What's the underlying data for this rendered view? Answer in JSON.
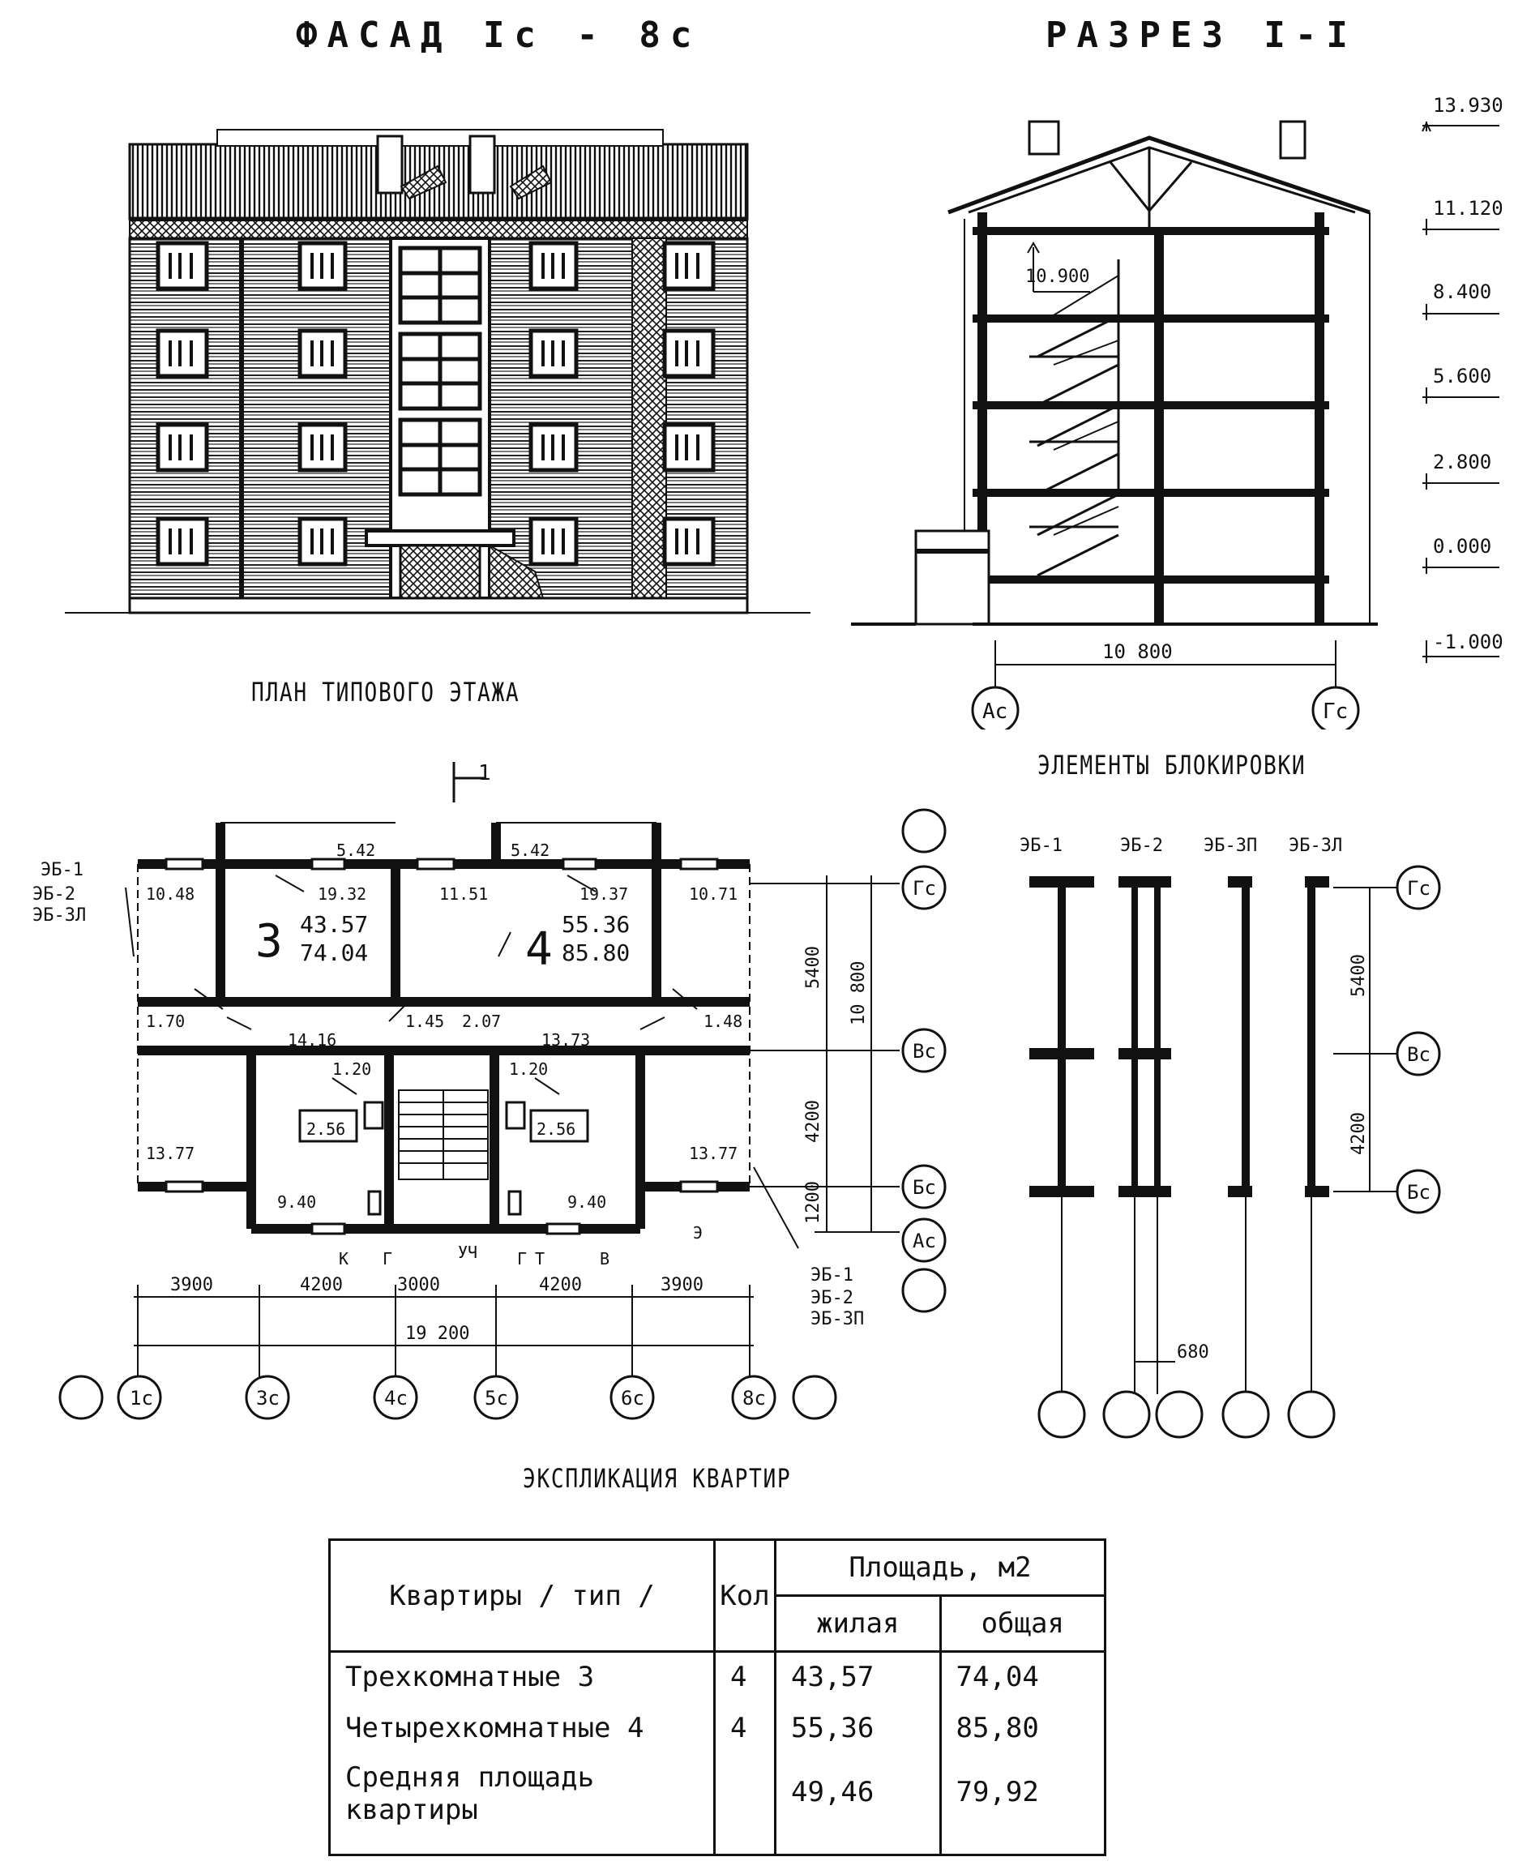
{
  "titles": {
    "facade": "ФАСАД  Ic - 8c",
    "section": "РАЗРЕЗ I-I",
    "plan": "ПЛАН ТИПОВОГО ЭТАЖА",
    "blocking": "ЭЛЕМЕНТЫ БЛОКИРОВКИ",
    "explication": "ЭКСПЛИКАЦИЯ КВАРТИР"
  },
  "section": {
    "levels": [
      "13.930",
      "11.120",
      "8.400",
      "5.600",
      "2.800",
      "0.000",
      "-1.000"
    ],
    "stair_top": "10.900",
    "span": "10 800",
    "axes": [
      "Ас",
      "Гс"
    ]
  },
  "plan": {
    "section_mark": "1",
    "left_note": [
      "ЭБ-1",
      "ЭБ-2",
      "ЭБ-3Л"
    ],
    "right_note": [
      "ЭБ-1",
      "ЭБ-2",
      "ЭБ-3П"
    ],
    "rooms": [
      "5.42",
      "5.42",
      "10.48",
      "19.32",
      "11.51",
      "19.37",
      "10.71",
      "1.70",
      "14.16",
      "1.45",
      "2.07",
      "13.73",
      "1.48",
      "1.20",
      "1.20",
      "2.56",
      "2.56",
      "13.77",
      "13.77",
      "9.40",
      "9.40"
    ],
    "apt3": {
      "num": "3",
      "living": "43.57",
      "total": "74.04"
    },
    "apt4": {
      "num": "4",
      "living": "55.36",
      "total": "85.80"
    },
    "dims_bottom": [
      "3900",
      "4200",
      "3000",
      "4200",
      "3900"
    ],
    "dim_total": "19 200",
    "dims_right": [
      "5400",
      "4200",
      "1200"
    ],
    "dim_right_total": "10 800",
    "axes_bottom": [
      "1с",
      "3с",
      "4с",
      "5с",
      "6с",
      "8с"
    ],
    "axes_right": [
      "Гс",
      "Вс",
      "Бс",
      "Ас"
    ],
    "letters": [
      "К",
      "Г",
      "УЧ",
      "Г",
      "Т",
      "В",
      "Э"
    ]
  },
  "blocking": {
    "labels": [
      "ЭБ-1",
      "ЭБ-2",
      "ЭБ-3П",
      "ЭБ-3Л"
    ],
    "dims": [
      "5400",
      "4200"
    ],
    "gap": "680",
    "axes": [
      "Гс",
      "Вс",
      "Бс"
    ]
  },
  "table": {
    "col_apartments": "Квартиры / тип /",
    "col_count": "Кол",
    "col_area": "Площадь, м2",
    "col_living": "жилая",
    "col_total": "общая",
    "rows": [
      {
        "name": "Трехкомнатные 3",
        "count": "4",
        "living": "43,57",
        "total": "74,04"
      },
      {
        "name": "Четырехкомнатные 4",
        "count": "4",
        "living": "55,36",
        "total": "85,80"
      },
      {
        "name": "Средняя площадь квартиры",
        "count": "",
        "living": "49,46",
        "total": "79,92"
      }
    ]
  }
}
